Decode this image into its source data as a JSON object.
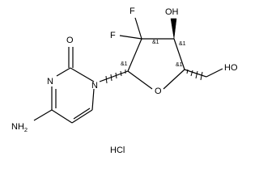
{
  "atoms": {
    "o_carbonyl": "O",
    "n_ring3": "N",
    "n_ring1": "N",
    "nh2": {
      "base": "NH",
      "sub": "2"
    },
    "f_top": "F",
    "f_left": "F",
    "oh_3": "OH",
    "o_ring": "O",
    "oh_5": "HO"
  },
  "stereo_labels": {
    "c1": "&1",
    "c2": "&1",
    "c3": "&1",
    "c4": "&1"
  },
  "salt": "HCl"
}
